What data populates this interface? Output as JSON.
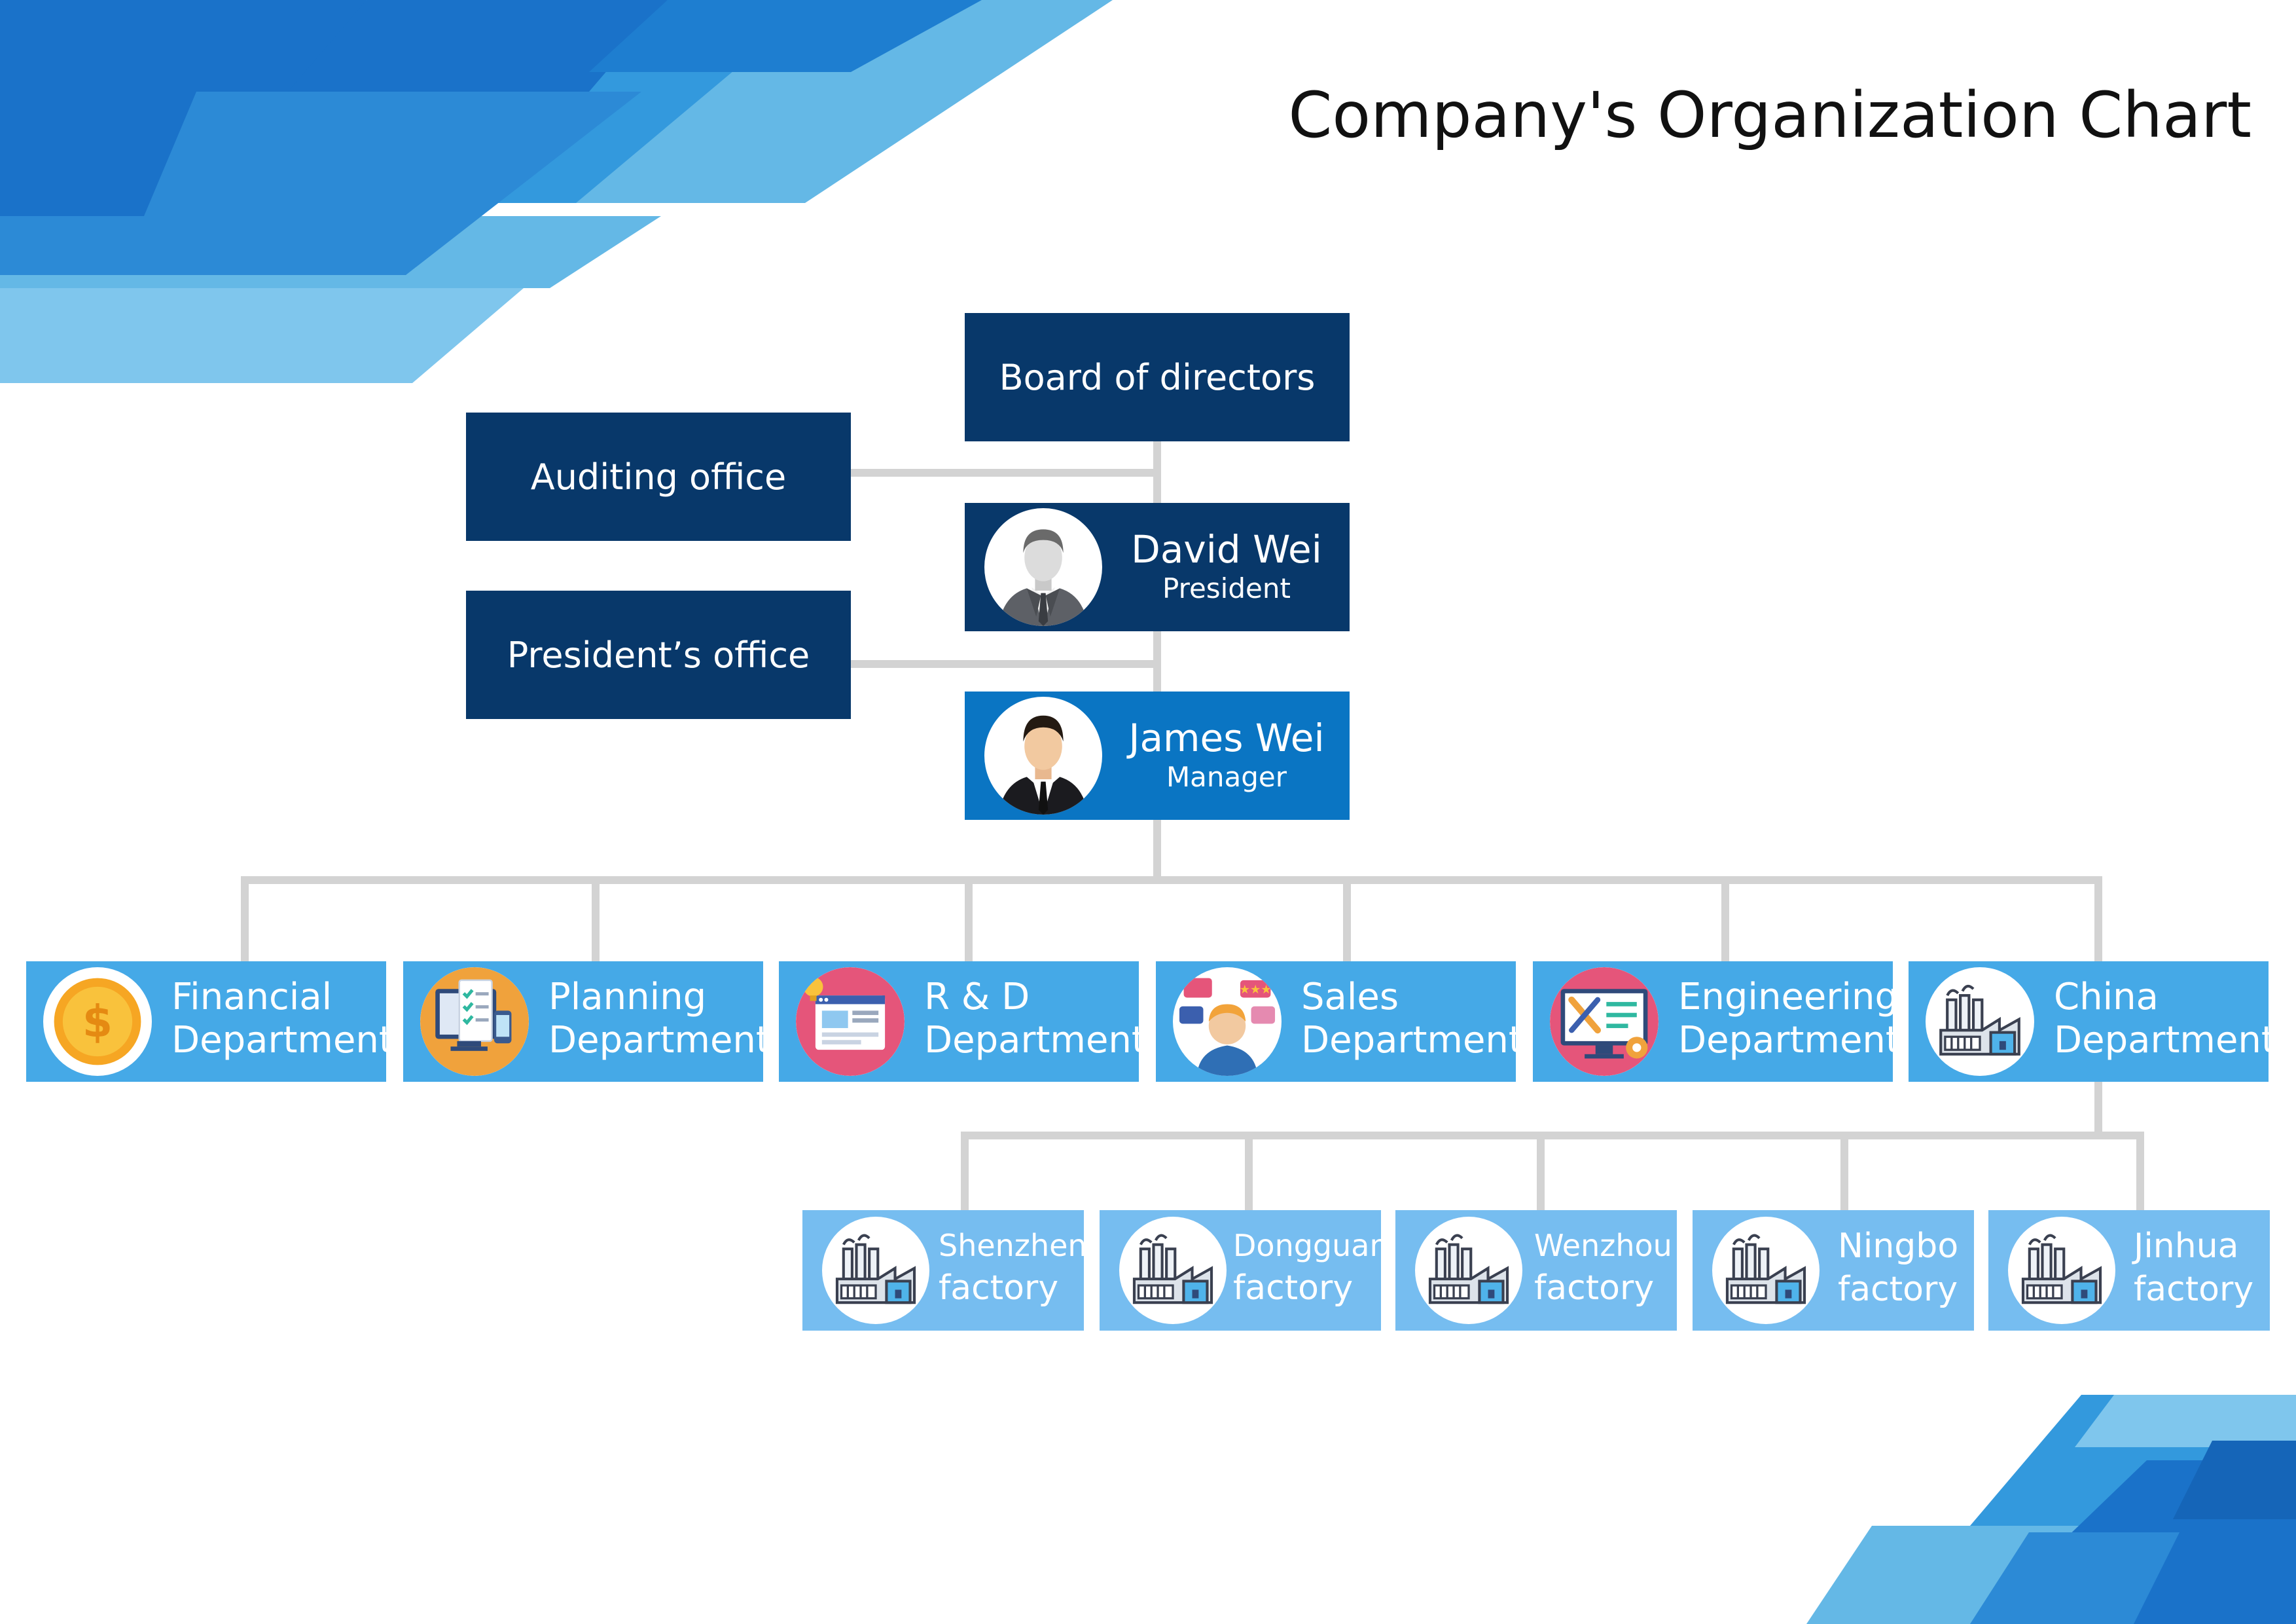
{
  "title": "Company's Organization Chart",
  "colors": {
    "dark_navy": "#08386a",
    "manager_blue": "#0a75c3",
    "department_blue": "#45a9e7",
    "factory_blue": "#76bdf0",
    "connector_gray": "#d3d3d3"
  },
  "board": {
    "label": "Board of directors"
  },
  "offices": [
    {
      "label": "Auditing office"
    },
    {
      "label": "President’s office"
    }
  ],
  "president": {
    "name": "David Wei",
    "role": "President",
    "icon": "man-gray-suit-avatar-icon"
  },
  "manager": {
    "name": "James Wei",
    "role": "Manager",
    "icon": "man-black-suit-avatar-icon"
  },
  "departments": [
    {
      "line1": "Financial",
      "line2": "Department",
      "icon": "dollar-coin-icon"
    },
    {
      "line1": "Planning",
      "line2": "Department",
      "icon": "planning-document-icon"
    },
    {
      "line1": "R & D",
      "line2": "Department",
      "icon": "rnd-webpage-icon"
    },
    {
      "line1": "Sales",
      "line2": "Department",
      "icon": "sales-person-icon"
    },
    {
      "line1": "Engineering",
      "line2": "Department",
      "icon": "engineering-tools-icon"
    },
    {
      "line1": "China",
      "line2": "Department",
      "icon": "factory-icon"
    }
  ],
  "factories": [
    {
      "line1": "Shenzhen",
      "line2": "factory",
      "icon": "factory-icon"
    },
    {
      "line1": "Dongguan",
      "line2": "factory",
      "icon": "factory-icon"
    },
    {
      "line1": "Wenzhou",
      "line2": "factory",
      "icon": "factory-icon"
    },
    {
      "line1": "Ningbo",
      "line2": "factory",
      "icon": "factory-icon"
    },
    {
      "line1": "Jinhua",
      "line2": "factory",
      "icon": "factory-icon"
    }
  ]
}
